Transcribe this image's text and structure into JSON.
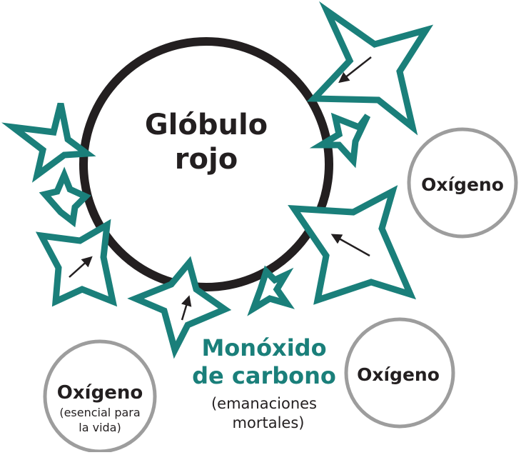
{
  "red_cell": {
    "line1": "Glóbulo",
    "line2": "rojo"
  },
  "oxygen_right": {
    "label": "Oxígeno"
  },
  "oxygen_bottom_right": {
    "label": "Oxígeno"
  },
  "oxygen_bottom_left": {
    "label": "Oxígeno",
    "note_line1": "(esencial para",
    "note_line2": "la vida)"
  },
  "carbon_monoxide": {
    "line1": "Monóxido",
    "line2": "de carbono",
    "note_line1": "(emanaciones",
    "note_line2": "mortales)"
  },
  "colors": {
    "teal": "#1a7f7a",
    "cell_outline": "#231f20",
    "oxygen_outline": "#9d9d9d",
    "text": "#231f20"
  }
}
